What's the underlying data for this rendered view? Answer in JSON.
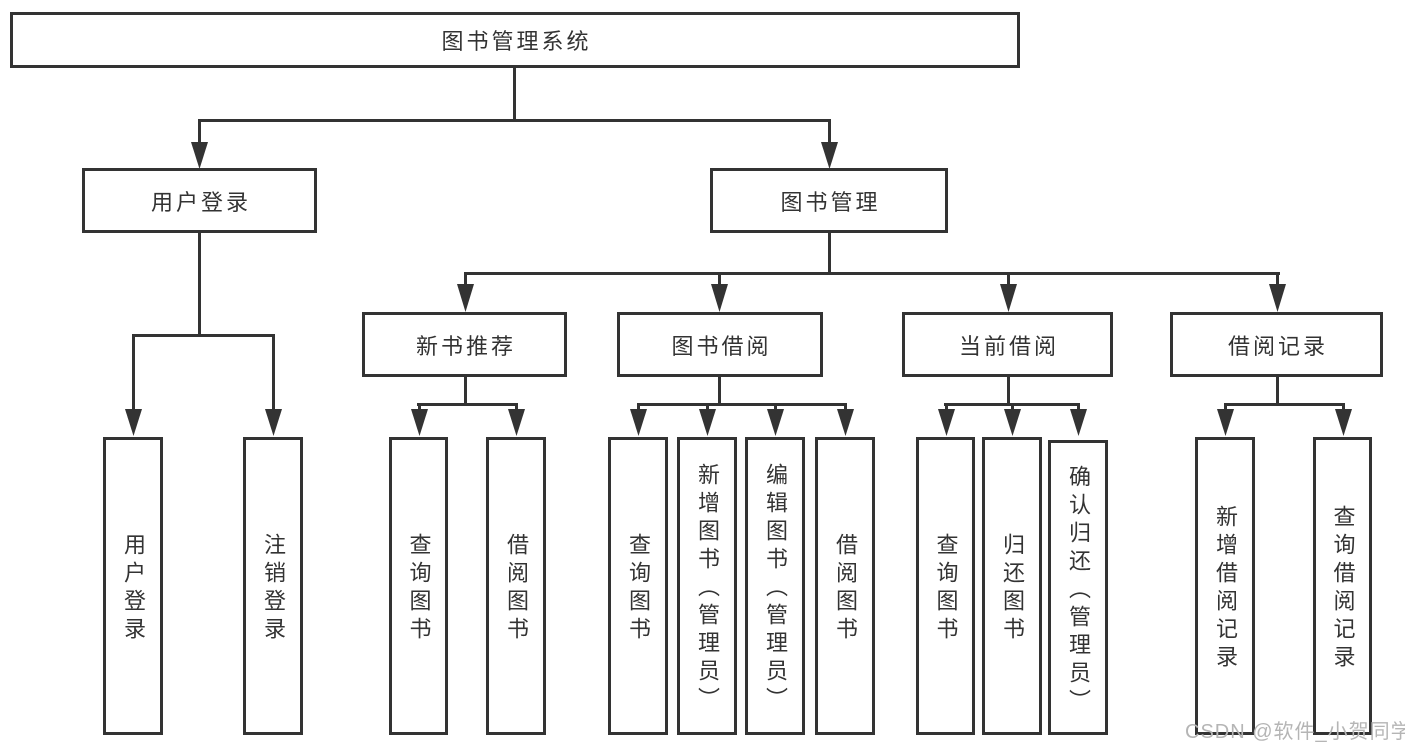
{
  "tree": {
    "root": "图书管理系统",
    "branches": [
      {
        "label": "用户登录",
        "children": [
          "用户登录",
          "注销登录"
        ]
      },
      {
        "label": "图书管理",
        "sections": [
          {
            "label": "新书推荐",
            "children": [
              "查询图书",
              "借阅图书"
            ]
          },
          {
            "label": "图书借阅",
            "children": [
              "查询图书",
              "新增图书（管理员）",
              "编辑图书（管理员）",
              "借阅图书"
            ]
          },
          {
            "label": "当前借阅",
            "children": [
              "查询图书",
              "归还图书",
              "确认归还（管理员）"
            ]
          },
          {
            "label": "借阅记录",
            "children": [
              "新增借阅记录",
              "查询借阅记录"
            ]
          }
        ]
      }
    ]
  },
  "watermark": {
    "text": "CSDN @软件_小贺同学"
  },
  "colors": {
    "line": "#333333",
    "text": "#333333",
    "canvas_bg": "#ffffff",
    "watermark": "#b5b5b5"
  }
}
